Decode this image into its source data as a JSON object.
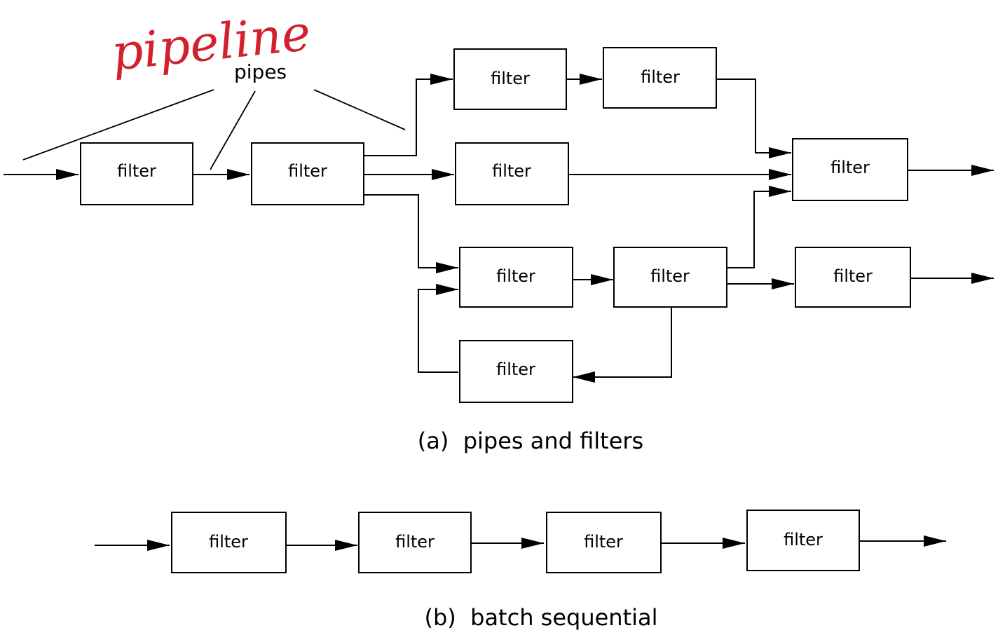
{
  "annotation": {
    "text": "pipeline",
    "color": "#d2202e"
  },
  "diagram_a": {
    "pipes_label": "pipes",
    "caption": "(a)  pipes and filters",
    "filters": [
      "filter",
      "filter",
      "filter",
      "filter",
      "filter",
      "filter",
      "filter",
      "filter",
      "filter",
      "filter"
    ]
  },
  "diagram_b": {
    "caption": "(b)  batch sequential",
    "filters": [
      "filter",
      "filter",
      "filter",
      "filter"
    ]
  }
}
